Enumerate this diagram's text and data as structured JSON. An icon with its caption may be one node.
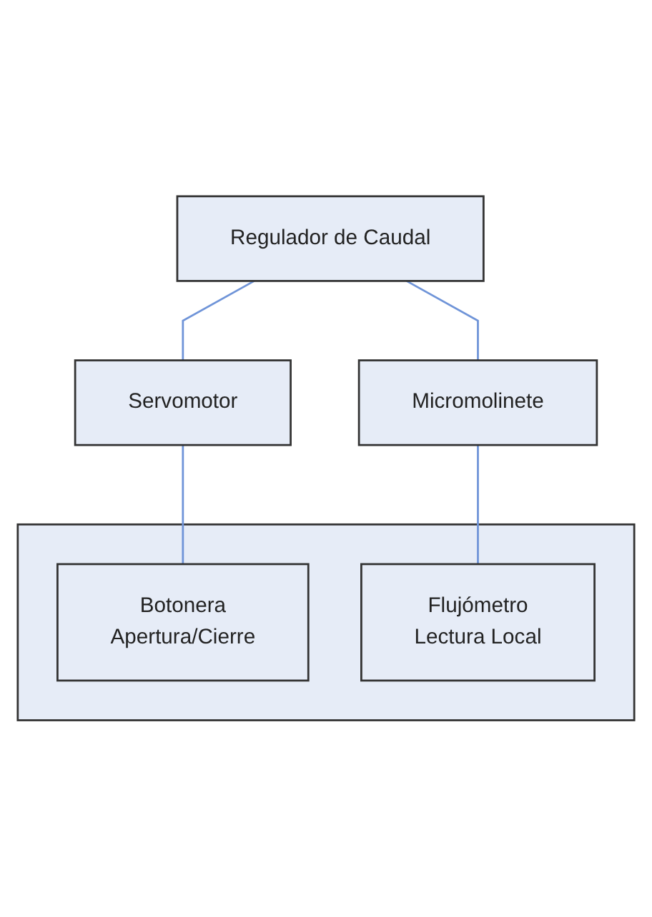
{
  "diagram": {
    "nodes": [
      {
        "text": [
          "Regulador de Caudal"
        ]
      },
      {
        "text": [
          "Servomotor"
        ]
      },
      {
        "text": [
          "Micromolinete"
        ]
      },
      {
        "text": [],
        "shape": "box"
      },
      {
        "text": [
          "Botonera",
          "Apertura/Cierre"
        ],
        "in": 3
      },
      {
        "text": [
          "Flujómetro",
          "Lectura Local"
        ],
        "in": 3
      }
    ],
    "edges": [
      {
        "from": 0,
        "to": 1,
        "arrow": "none"
      },
      {
        "from": 0,
        "to": 2,
        "arrow": "none"
      },
      {
        "from": 1,
        "to": 4,
        "arrow": "none"
      },
      {
        "from": 2,
        "to": 5,
        "arrow": "none"
      }
    ]
  }
}
